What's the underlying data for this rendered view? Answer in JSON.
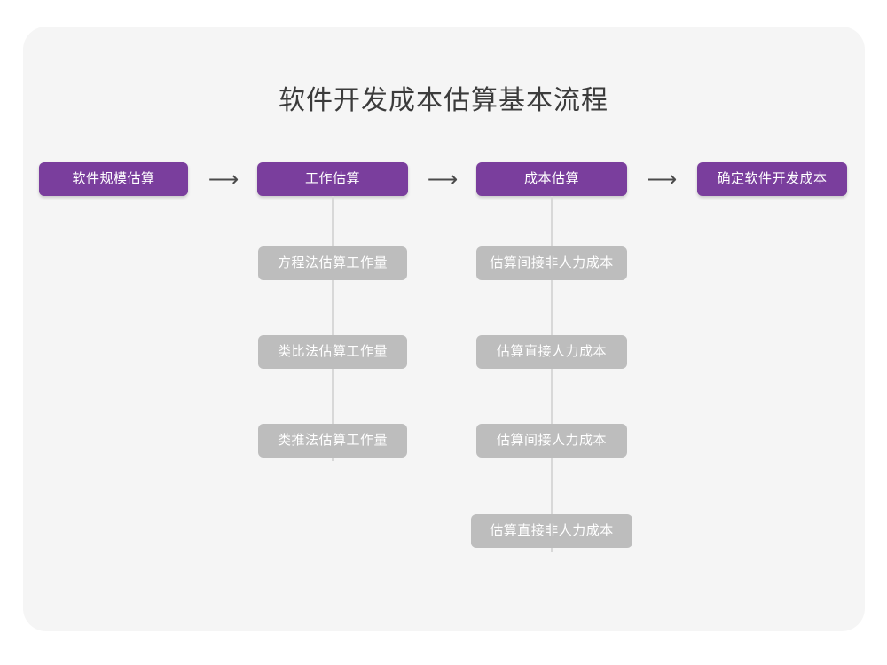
{
  "diagram": {
    "title": "软件开发成本估算基本流程",
    "arrow_glyph": "⟶",
    "colors": {
      "canvas": "#ffffff",
      "card": "#f5f5f5",
      "stage": "#7a3e9d",
      "substep": "#bdbdbd",
      "connector": "#d8d8d8",
      "title_text": "#3b3b3b",
      "box_text": "#ffffff",
      "arrow": "#4a4a4a"
    },
    "stages": [
      {
        "label": "软件规模估算"
      },
      {
        "label": "工作估算"
      },
      {
        "label": "成本估算"
      },
      {
        "label": "确定软件开发成本"
      }
    ],
    "columns": [
      {
        "parent": "工作估算",
        "substeps": [
          {
            "label": "方程法估算工作量"
          },
          {
            "label": "类比法估算工作量"
          },
          {
            "label": "类推法估算工作量"
          }
        ]
      },
      {
        "parent": "成本估算",
        "substeps": [
          {
            "label": "估算间接非人力成本"
          },
          {
            "label": "估算直接人力成本"
          },
          {
            "label": "估算间接人力成本"
          },
          {
            "label": "估算直接非人力成本"
          }
        ]
      }
    ]
  }
}
